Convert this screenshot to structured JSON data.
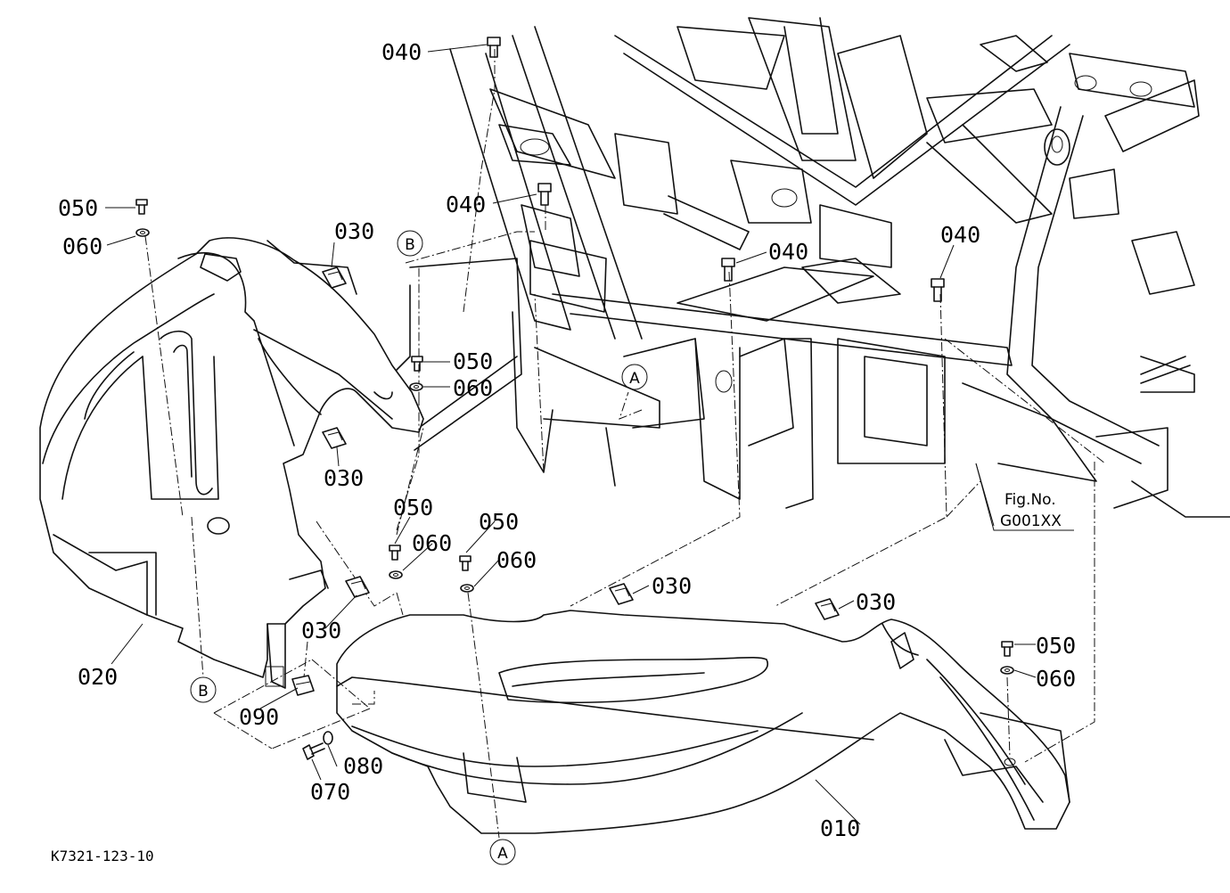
{
  "labels": {
    "p010": "010",
    "p020": "020",
    "p030a": "030",
    "p030b": "030",
    "p030c": "030",
    "p030d": "030",
    "p030e": "030",
    "p040a": "040",
    "p040b": "040",
    "p040c": "040",
    "p040d": "040",
    "p050a": "050",
    "p050b": "050",
    "p050c": "050",
    "p050d": "050",
    "p050e": "050",
    "p060a": "060",
    "p060b": "060",
    "p060c": "060",
    "p060d": "060",
    "p060e": "060",
    "p070": "070",
    "p080": "080",
    "p090": "090"
  },
  "refs": {
    "a_top": "A",
    "a_bottom": "A",
    "b_top": "B",
    "b_bottom": "B"
  },
  "fig": {
    "line1": "Fig.No.",
    "line2": "G001XX"
  },
  "drawing_code": "K7321-123-10"
}
